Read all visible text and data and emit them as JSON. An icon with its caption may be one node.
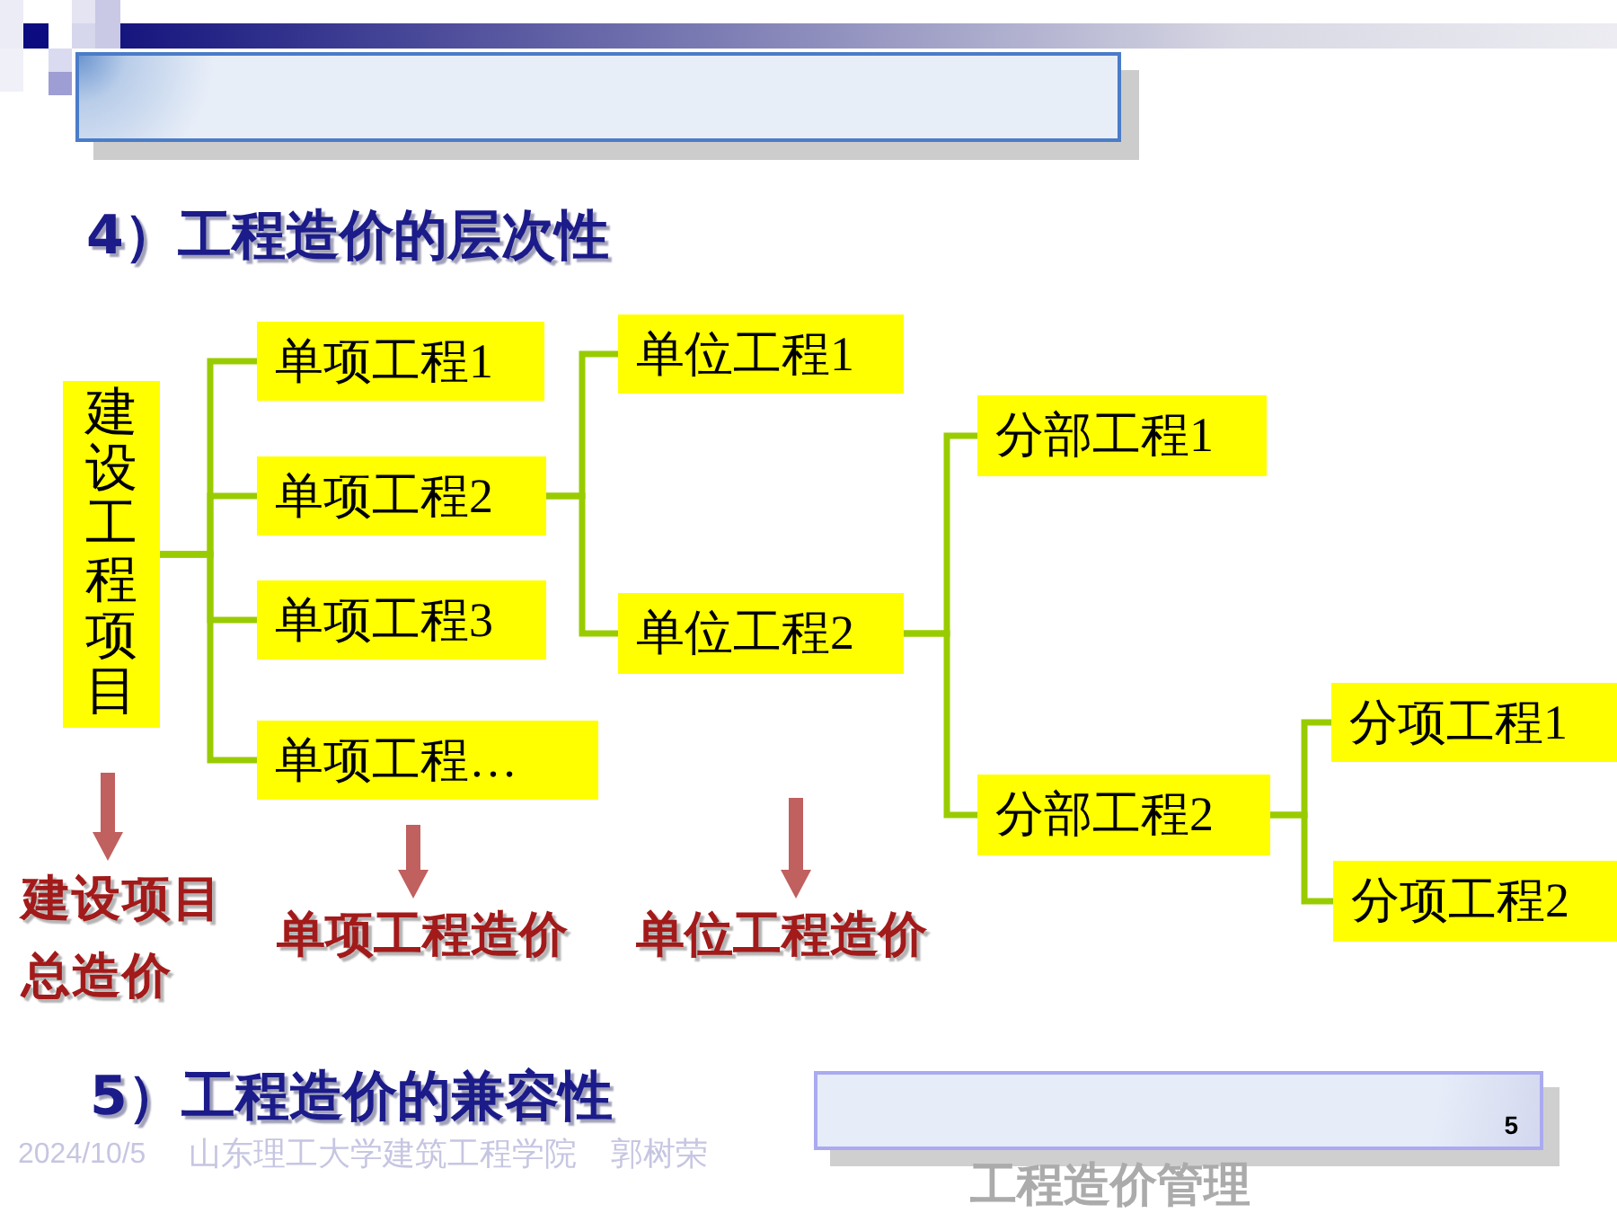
{
  "diagram": {
    "title": "4）工程造价的层次性",
    "nodes": [
      {
        "text": [
          "建设工程项目"
        ]
      },
      {
        "text": [
          "单项工程1"
        ]
      },
      {
        "text": [
          "单项工程2"
        ]
      },
      {
        "text": [
          "单项工程3"
        ]
      },
      {
        "text": [
          "单项工程…"
        ]
      },
      {
        "text": [
          "单位工程1"
        ]
      },
      {
        "text": [
          "单位工程2"
        ]
      },
      {
        "text": [
          "分部工程1"
        ]
      },
      {
        "text": [
          "分部工程2"
        ]
      },
      {
        "text": [
          "分项工程1"
        ]
      },
      {
        "text": [
          "分项工程2"
        ]
      },
      {
        "text": [
          "建设项目总造价"
        ]
      },
      {
        "text": [
          "单项工程造价"
        ]
      },
      {
        "text": [
          "单位工程造价"
        ]
      },
      {
        "text": [
          "5"
        ]
      }
    ],
    "edges": [
      {
        "from": 0,
        "to": 1,
        "arrow": "none"
      },
      {
        "from": 0,
        "to": 2,
        "arrow": "none"
      },
      {
        "from": 0,
        "to": 3,
        "arrow": "none"
      },
      {
        "from": 0,
        "to": 4,
        "arrow": "none"
      },
      {
        "from": 2,
        "to": 5,
        "arrow": "none"
      },
      {
        "from": 2,
        "to": 6,
        "arrow": "none"
      },
      {
        "from": 6,
        "to": 7,
        "arrow": "none"
      },
      {
        "from": 6,
        "to": 8,
        "arrow": "none"
      },
      {
        "from": 8,
        "to": 9,
        "arrow": "none"
      },
      {
        "from": 8,
        "to": 10,
        "arrow": "none"
      },
      {
        "from": null,
        "to": 11,
        "arrow": "to",
        "style": "thick",
        "color": "#c0605f"
      },
      {
        "from": null,
        "to": 12,
        "arrow": "to",
        "style": "thick",
        "color": "#c0605f"
      },
      {
        "from": null,
        "to": 13,
        "arrow": "to",
        "style": "thick",
        "color": "#c0605f"
      }
    ],
    "labels": [
      "5）工程造价的兼容性",
      "2024/10/5",
      "山东理工大学建筑工程学院",
      "郭树荣",
      "工程造价管理"
    ]
  }
}
